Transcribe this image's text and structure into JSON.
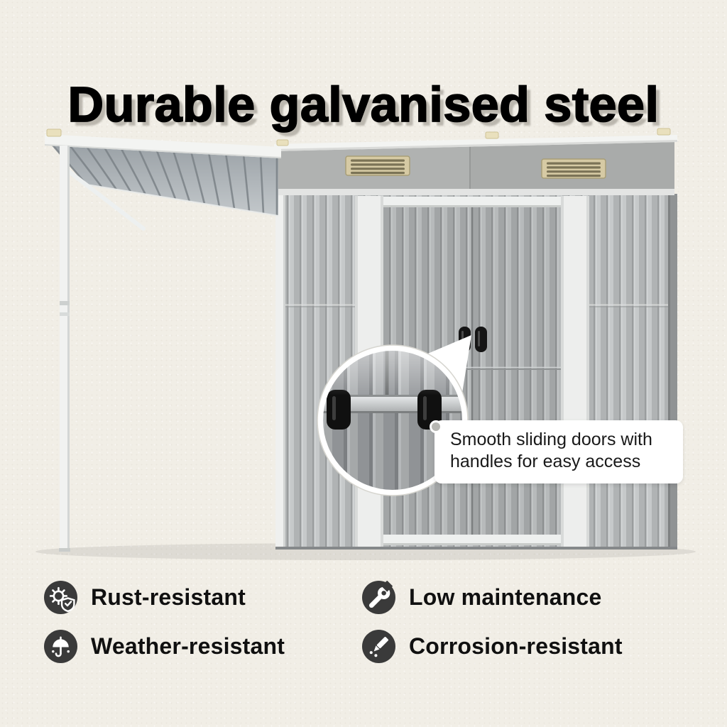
{
  "title": {
    "text": "Durable galvanised steel",
    "color": "#000000",
    "shadow_color": "#9e9a90"
  },
  "illustration": {
    "subject": "metal garden shed with side canopy, sliding doors and vent grilles",
    "colors": {
      "background": "#f1eee6",
      "wall_light": "#c6c9ca",
      "wall_dark": "#b0b3b4",
      "door_light": "#b7babb",
      "door_dark": "#a2a5a6",
      "trim_white": "#f3f4f2",
      "header_gray": "#a9abaa",
      "vent_tan": "#d6caa4",
      "handle_black": "#151515"
    }
  },
  "callout": {
    "text": "Smooth sliding doors with handles for easy access"
  },
  "features": [
    {
      "label": "Rust-resistant",
      "icon": "gear-shield-icon"
    },
    {
      "label": "Low maintenance",
      "icon": "wrench-icon"
    },
    {
      "label": "Weather-resistant",
      "icon": "umbrella-rain-icon"
    },
    {
      "label": "Corrosion-resistant",
      "icon": "pen-droplets-icon"
    }
  ]
}
